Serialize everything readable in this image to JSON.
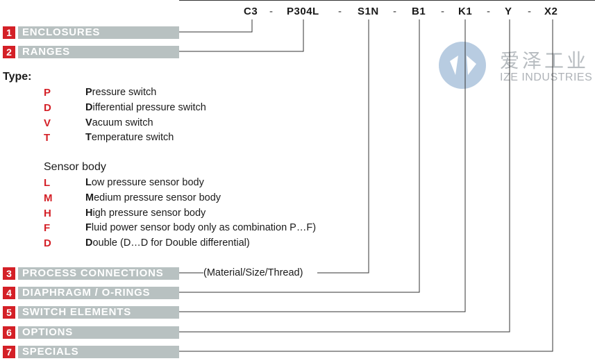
{
  "code": {
    "parts": [
      "C3",
      "P304L",
      "S1N",
      "B1",
      "K1",
      "Y",
      "X2"
    ],
    "separator": "-"
  },
  "sections": [
    {
      "num": "1",
      "label": "ENCLOSURES"
    },
    {
      "num": "2",
      "label": "RANGES"
    },
    {
      "num": "3",
      "label": "PROCESS CONNECTIONS"
    },
    {
      "num": "4",
      "label": "DIAPHRAGM / O-RINGS"
    },
    {
      "num": "5",
      "label": "SWITCH ELEMENTS"
    },
    {
      "num": "6",
      "label": "OPTIONS"
    },
    {
      "num": "7",
      "label": "SPECIALS"
    }
  ],
  "process_note": "(Material/Size/Thread)",
  "type": {
    "title": "Type:",
    "items": [
      {
        "letter": "P",
        "initial": "P",
        "rest": "ressure switch"
      },
      {
        "letter": "D",
        "initial": "D",
        "rest": "ifferential pressure switch"
      },
      {
        "letter": "V",
        "initial": "V",
        "rest": "acuum switch"
      },
      {
        "letter": "T",
        "initial": "T",
        "rest": "emperature switch"
      }
    ]
  },
  "sensor": {
    "title": "Sensor body",
    "items": [
      {
        "letter": "L",
        "initial": "L",
        "rest": "ow pressure sensor body"
      },
      {
        "letter": "M",
        "initial": "M",
        "rest": "edium pressure sensor body"
      },
      {
        "letter": "H",
        "initial": "H",
        "rest": "igh pressure sensor body"
      },
      {
        "letter": "F",
        "initial": "F",
        "rest": "luid power sensor body only as combination P…F)"
      },
      {
        "letter": "D",
        "initial": "D",
        "rest": "ouble (D…D for Double differential)"
      }
    ]
  },
  "watermark": {
    "cn": "爱泽工业",
    "en": "IZE INDUSTRIES",
    "icon": "ize-logo-icon"
  },
  "colors": {
    "accent_red": "#d42027",
    "bar_gray": "#b8c1c1",
    "line": "#333333"
  }
}
